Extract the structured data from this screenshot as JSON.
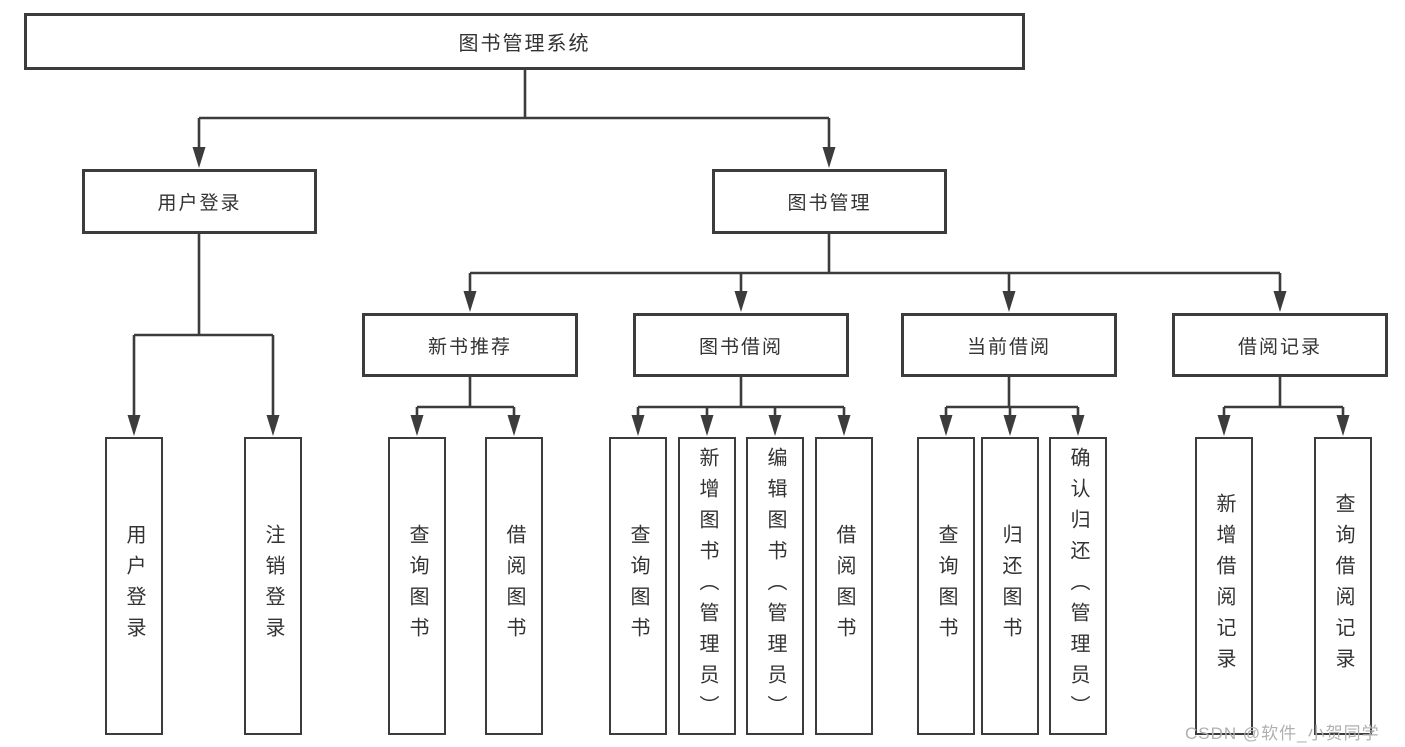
{
  "title": "图书管理系统",
  "watermark": "CSDN @软件_小贺同学",
  "colors": {
    "line": "#3c3c3c",
    "box_border": "#3c3c3c",
    "text": "#333333",
    "watermark": "#b0b0b0",
    "background": "#ffffff"
  },
  "chart_type": "tree-diagram",
  "tree": {
    "root": {
      "label": "图书管理系统"
    },
    "branches": [
      {
        "label": "用户登录",
        "children": [
          {
            "label": "用户登录"
          },
          {
            "label": "注销登录"
          }
        ]
      },
      {
        "label": "图书管理",
        "children": [
          {
            "label": "新书推荐",
            "children": [
              {
                "label": "查询图书"
              },
              {
                "label": "借阅图书"
              }
            ]
          },
          {
            "label": "图书借阅",
            "children": [
              {
                "label": "查询图书"
              },
              {
                "label": "新增图书（管理员）"
              },
              {
                "label": "编辑图书（管理员）"
              },
              {
                "label": "借阅图书"
              }
            ]
          },
          {
            "label": "当前借阅",
            "children": [
              {
                "label": "查询图书"
              },
              {
                "label": "归还图书"
              },
              {
                "label": "确认归还（管理员）"
              }
            ]
          },
          {
            "label": "借阅记录",
            "children": [
              {
                "label": "新增借阅记录"
              },
              {
                "label": "查询借阅记录"
              }
            ]
          }
        ]
      }
    ]
  }
}
